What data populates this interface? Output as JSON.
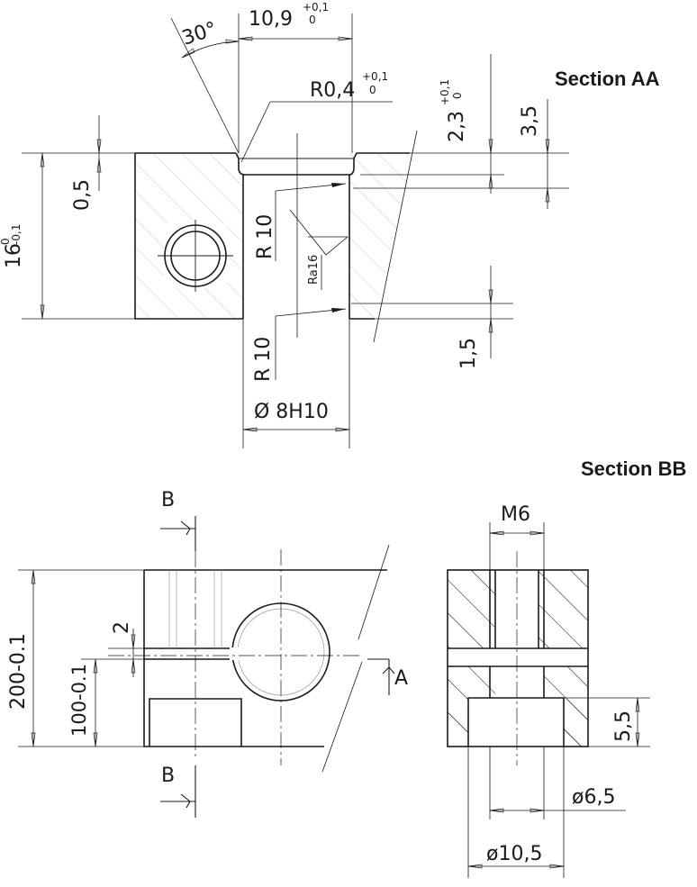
{
  "section_labels": {
    "aa": "Section AA",
    "bb": "Section BB"
  },
  "dims_top": {
    "width_109": "10,9",
    "width_109_tol_upper": "+0,1",
    "width_109_tol_lower": "0",
    "angle_30": "30°",
    "radius_r04": "R0,4",
    "radius_r04_tol_upper": "+0,1",
    "radius_r04_tol_lower": "0",
    "depth_23": "2,3",
    "depth_23_tol_upper": "+0,1",
    "depth_23_tol_lower": "0",
    "depth_35": "3,5",
    "depth_05": "0,5",
    "height_16": "16",
    "height_16_tol_upper": "0",
    "height_16_tol_lower": "-0,1",
    "radius_r10_upper": "R 10",
    "radius_r10_lower": "R 10",
    "roughness": "Ra16",
    "depth_15": "1,5",
    "bore": "Ø 8H10"
  },
  "dims_front": {
    "section_b_top": "B",
    "section_b_bottom": "B",
    "section_a": "A",
    "slot_2": "2",
    "height_200": "200-0.1",
    "height_100": "100-0.1"
  },
  "dims_side": {
    "thread": "M6",
    "depth_55": "5,5",
    "dia_65": "ø6,5",
    "dia_105": "ø10,5"
  }
}
